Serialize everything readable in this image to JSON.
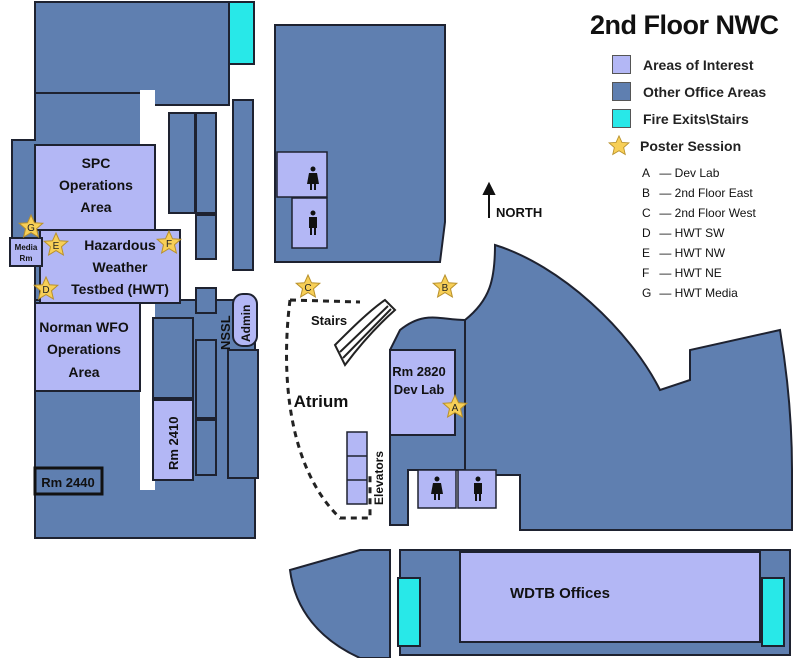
{
  "title": "2nd Floor NWC",
  "legend": {
    "items": [
      {
        "label": "Areas of Interest",
        "color": "#b3b7f5"
      },
      {
        "label": "Other Office Areas",
        "color": "#5f7fb0"
      },
      {
        "label": "Fire Exits\\Stairs",
        "color": "#28e8e8"
      }
    ],
    "poster_label": "Poster Session",
    "posters": [
      {
        "key": "A",
        "name": "Dev Lab"
      },
      {
        "key": "B",
        "name": "2nd Floor East"
      },
      {
        "key": "C",
        "name": "2nd Floor West"
      },
      {
        "key": "D",
        "name": "HWT SW"
      },
      {
        "key": "E",
        "name": "HWT NW"
      },
      {
        "key": "F",
        "name": "HWT NE"
      },
      {
        "key": "G",
        "name": "HWT Media"
      }
    ],
    "star_color": "#f7cf57"
  },
  "north": "NORTH",
  "rooms": {
    "spc": [
      "SPC",
      "Operations",
      "Area"
    ],
    "hwt": [
      "Hazardous",
      "Weather",
      "Testbed (HWT)"
    ],
    "media": [
      "Media",
      "Rm"
    ],
    "wfo": [
      "Norman WFO",
      "Operations",
      "Area"
    ],
    "rm2440": "Rm 2440",
    "rm2410": "Rm 2410",
    "nssl": "NSSL",
    "admin": "Admin",
    "stairs": "Stairs",
    "atrium": "Atrium",
    "elevators": "Elevators",
    "devlab": [
      "Rm 2820",
      "Dev Lab"
    ],
    "wdtb": "WDTB Offices"
  },
  "stars": [
    "A",
    "B",
    "C",
    "D",
    "E",
    "F",
    "G"
  ],
  "colors": {
    "interest": "#b3b7f5",
    "office": "#5f7fb0",
    "exit": "#28e8e8",
    "wall": "#1e2230"
  }
}
